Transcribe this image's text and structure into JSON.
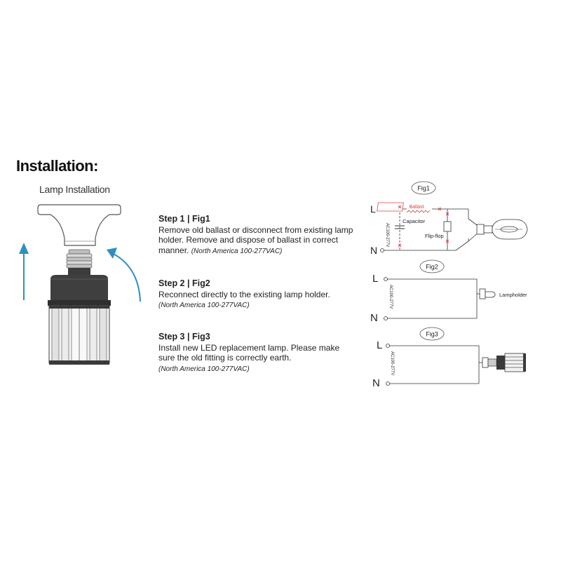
{
  "title": "Installation:",
  "lamp_installation": {
    "title": "Lamp Installation",
    "arrows": [
      "up-arrow-icon",
      "curved-arrow-icon"
    ]
  },
  "steps": [
    {
      "heading": "Step 1 | Fig1",
      "text": "Remove old ballast or disconnect from existing lamp holder. Remove and dispose of ballast in correct manner.",
      "note": "(North America 100-277VAC)"
    },
    {
      "heading": "Step 2 | Fig2",
      "text": "Reconnect directly to the existing lamp holder.",
      "note": "(North America 100-277VAC)"
    },
    {
      "heading": "Step 3 | Fig3",
      "text": "Install new LED replacement lamp. Please make sure the old fitting is correctly earth.",
      "note": "(North America 100-277VAC)"
    }
  ],
  "fig1": {
    "label": "Fig1",
    "line_label": "L",
    "neutral_label": "N",
    "voltage": "AC100-277V",
    "ballast": "Ballast",
    "capacitor": "Capacitor",
    "flipflop": "Flip-flop"
  },
  "fig2": {
    "label": "Fig2",
    "line_label": "L",
    "neutral_label": "N",
    "voltage": "AC100-277V",
    "lampholder": "Lampholder"
  },
  "fig3": {
    "label": "Fig3",
    "line_label": "L",
    "neutral_label": "N",
    "voltage": "AC100-277V"
  },
  "colors": {
    "arrow": "#2f8fbf",
    "ballast": "#d64545",
    "cut_mark": "#d64545",
    "line": "#333333",
    "lamp_body": "#3a3a3a"
  }
}
